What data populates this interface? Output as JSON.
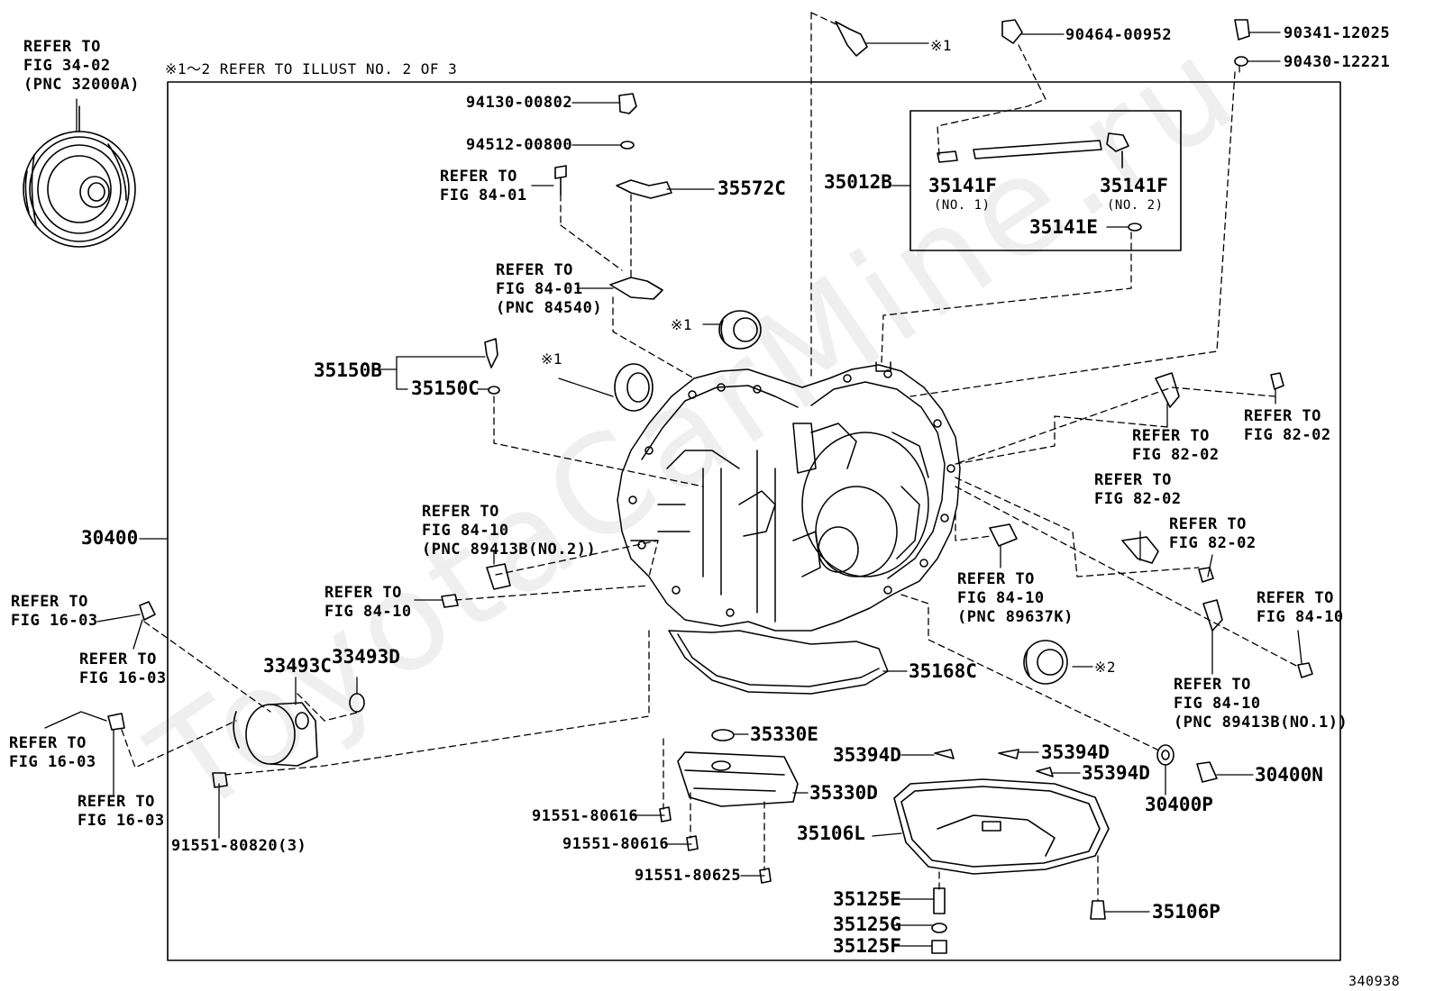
{
  "header_note": "※1～2 REFER TO ILLUST NO. 2 OF 3",
  "figure_number": "340938",
  "watermark": "ToyotaCarMine.ru",
  "parts": [
    {
      "id": "p30400",
      "text": "30400"
    },
    {
      "id": "p94130",
      "text": "94130-00802"
    },
    {
      "id": "p94512",
      "text": "94512-00800"
    },
    {
      "id": "p35572C",
      "text": "35572C"
    },
    {
      "id": "p35012B",
      "text": "35012B"
    },
    {
      "id": "p35141F1",
      "text": "35141F"
    },
    {
      "id": "p35141F1n",
      "text": "(NO. 1)"
    },
    {
      "id": "p35141F2",
      "text": "35141F"
    },
    {
      "id": "p35141F2n",
      "text": "(NO. 2)"
    },
    {
      "id": "p35141E",
      "text": "35141E"
    },
    {
      "id": "p90464",
      "text": "90464-00952"
    },
    {
      "id": "p90341",
      "text": "90341-12025"
    },
    {
      "id": "p90430",
      "text": "90430-12221"
    },
    {
      "id": "pstar1a",
      "text": "※1"
    },
    {
      "id": "pstar1b",
      "text": "※1"
    },
    {
      "id": "pstar1c",
      "text": "※1"
    },
    {
      "id": "pstar2",
      "text": "※2"
    },
    {
      "id": "p35150B",
      "text": "35150B"
    },
    {
      "id": "p35150C",
      "text": "35150C"
    },
    {
      "id": "p33493C",
      "text": "33493C"
    },
    {
      "id": "p33493D",
      "text": "33493D"
    },
    {
      "id": "p35168C",
      "text": "35168C"
    },
    {
      "id": "p35330E",
      "text": "35330E"
    },
    {
      "id": "p35330D",
      "text": "35330D"
    },
    {
      "id": "p35394D1",
      "text": "35394D"
    },
    {
      "id": "p35394D2",
      "text": "35394D"
    },
    {
      "id": "p35394D3",
      "text": "35394D"
    },
    {
      "id": "p35106L",
      "text": "35106L"
    },
    {
      "id": "p35125E",
      "text": "35125E"
    },
    {
      "id": "p35125G",
      "text": "35125G"
    },
    {
      "id": "p35125F",
      "text": "35125F"
    },
    {
      "id": "p35106P",
      "text": "35106P"
    },
    {
      "id": "p30400N",
      "text": "30400N"
    },
    {
      "id": "p30400P",
      "text": "30400P"
    },
    {
      "id": "p91551a",
      "text": "91551-80616"
    },
    {
      "id": "p91551b",
      "text": "91551-80616"
    },
    {
      "id": "p91551c",
      "text": "91551-80625"
    },
    {
      "id": "p91551d",
      "text": "91551-80820(3)"
    }
  ],
  "references": [
    {
      "id": "r1",
      "text": "REFER TO\nFIG 34-02\n(PNC 32000A)"
    },
    {
      "id": "r2",
      "text": "REFER TO\nFIG 84-01"
    },
    {
      "id": "r3",
      "text": "REFER TO\nFIG 84-01\n(PNC 84540)"
    },
    {
      "id": "r4",
      "text": "REFER TO\nFIG 84-10\n(PNC 89413B(NO.2))"
    },
    {
      "id": "r5",
      "text": "REFER TO\nFIG 84-10"
    },
    {
      "id": "r6",
      "text": "REFER TO\nFIG 16-03"
    },
    {
      "id": "r7",
      "text": "REFER TO\nFIG 16-03"
    },
    {
      "id": "r8",
      "text": "REFER TO\nFIG 16-03"
    },
    {
      "id": "r9",
      "text": "REFER TO\nFIG 16-03"
    },
    {
      "id": "r10",
      "text": "REFER TO\nFIG 82-02"
    },
    {
      "id": "r11",
      "text": "REFER TO\nFIG 82-02"
    },
    {
      "id": "r12",
      "text": "REFER TO\nFIG 82-02"
    },
    {
      "id": "r13",
      "text": "REFER TO\nFIG 82-02"
    },
    {
      "id": "r14",
      "text": "REFER TO\nFIG 84-10\n(PNC 89637K)"
    },
    {
      "id": "r15",
      "text": "REFER TO\nFIG 84-10"
    },
    {
      "id": "r16",
      "text": "REFER TO\nFIG 84-10\n(PNC 89413B(NO.1))"
    }
  ]
}
